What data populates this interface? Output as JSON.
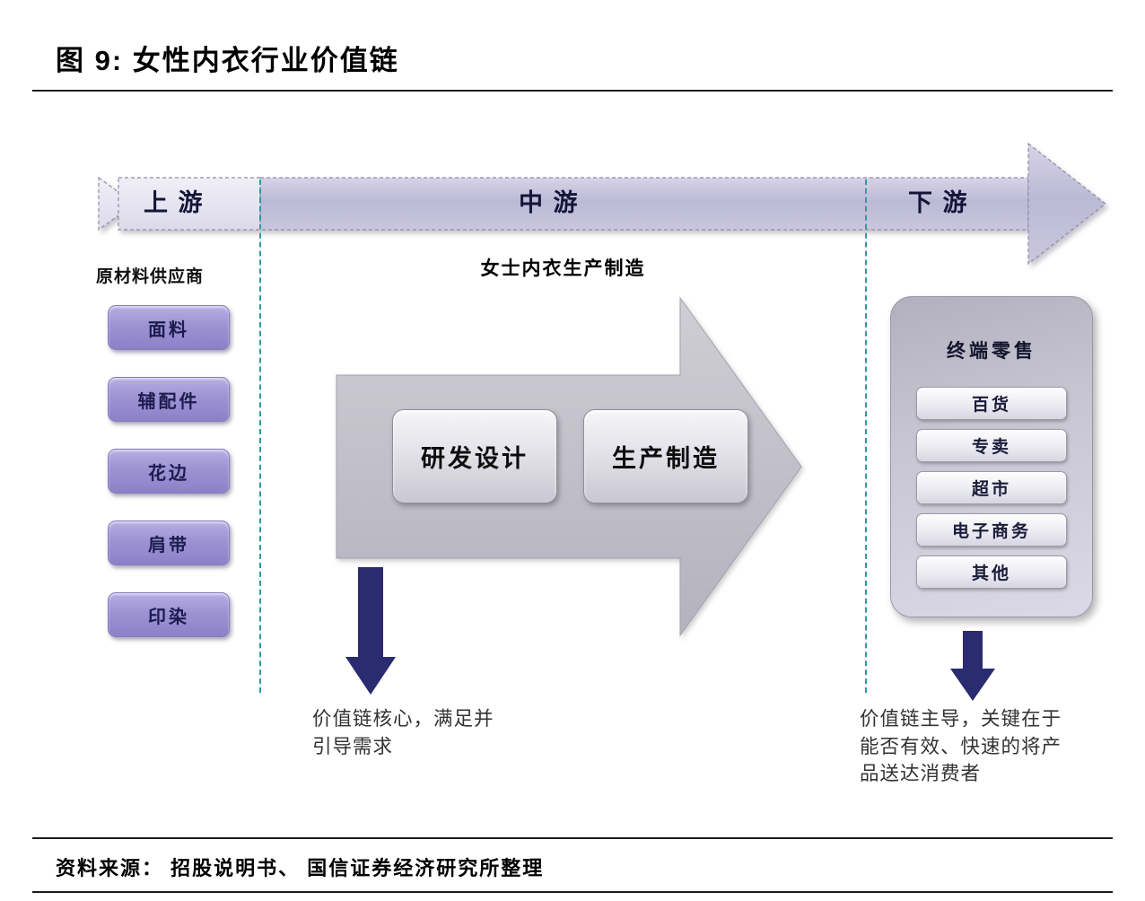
{
  "figure": {
    "title": "图 9: 女性内衣行业价值链"
  },
  "band": {
    "upstream_label": "上 游",
    "midstream_label": "中 游",
    "downstream_label": "下 游"
  },
  "upstream": {
    "header": "原材料供应商",
    "items": [
      "面料",
      "辅配件",
      "花边",
      "肩带",
      "印染"
    ]
  },
  "midstream": {
    "header": "女士内衣生产制造",
    "steps": [
      "研发设计",
      "生产制造"
    ],
    "note": [
      "价值链核心，满足并",
      "引导需求"
    ]
  },
  "downstream": {
    "panel_title": "终端零售",
    "channels": [
      "百货",
      "专卖",
      "超市",
      "电子商务",
      "其他"
    ],
    "note": [
      "价值链主导，关键在于",
      "能否有效、快速的将产",
      "品送达消费者"
    ]
  },
  "footer": {
    "source": "资料来源： 招股说明书、 国信证券经济研究所整理"
  },
  "colors": {
    "band_lavender": "#bcb9d6",
    "upstream_button_purple": "#9d93d3",
    "process_arrow_gray": "#c0bfc9",
    "navy_arrow": "#2b2b70",
    "teal_divider": "#2a9d9d"
  }
}
